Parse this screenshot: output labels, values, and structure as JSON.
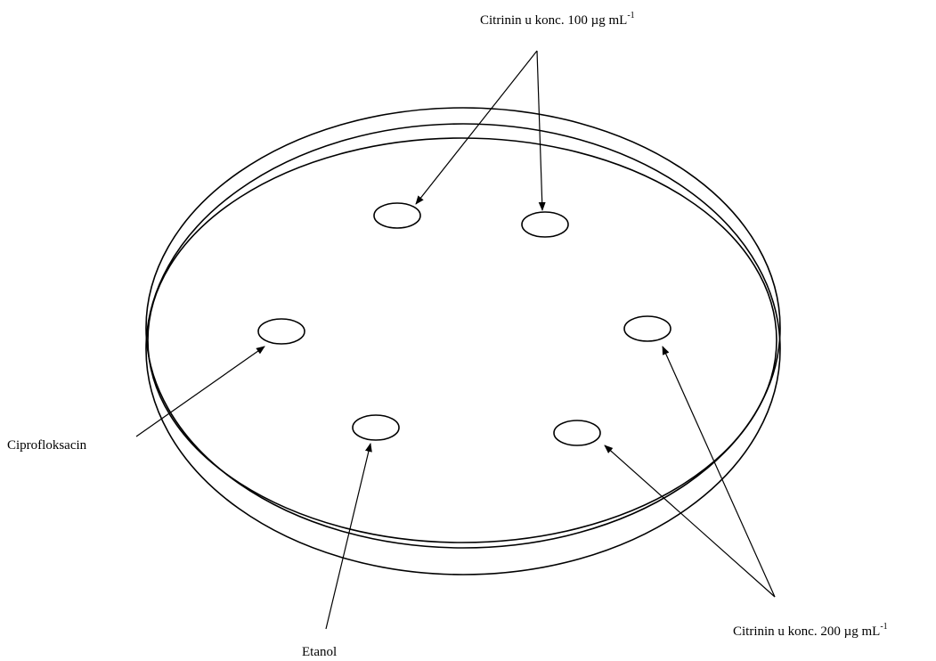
{
  "labels": {
    "citrinin_100": {
      "text": "Citrinin u konc. 100 µg mL",
      "sup": "-1"
    },
    "ciprofloksacin": {
      "text": "Ciprofloksacin"
    },
    "etanol": {
      "text": "Etanol"
    },
    "citrinin_200": {
      "text": "Citrinin u konc. 200 µg mL",
      "sup": "-1"
    }
  },
  "colors": {
    "stroke": "#000000",
    "background": "#ffffff"
  }
}
